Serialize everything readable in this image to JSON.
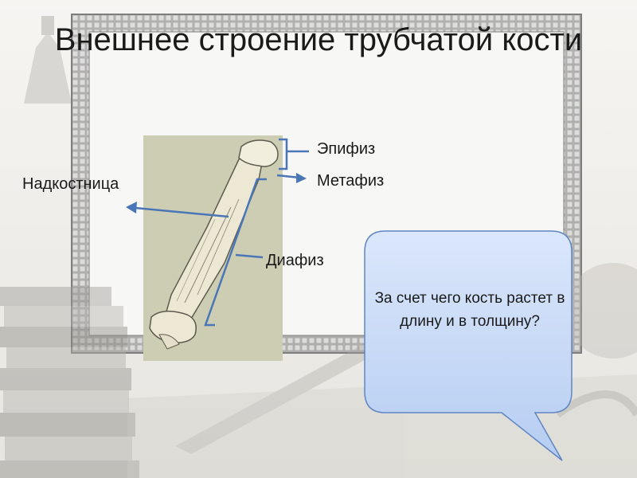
{
  "title": "Внешнее строение трубчатой кости",
  "labels": {
    "epiphysis": "Эпифиз",
    "metaphysis": "Метафиз",
    "periosteum": "Надкостница",
    "diaphysis": "Диафиз"
  },
  "callout": {
    "question": "За счет чего кость растет в длину и в толщину?"
  },
  "colors": {
    "pointer_lines": "#4a76b8",
    "bubble_fill": "#c8daf8",
    "bubble_border": "#5f86c4",
    "frame": "#8f8f8f",
    "bone": "#ece8d4",
    "background_scene": "#d8d6d0"
  }
}
